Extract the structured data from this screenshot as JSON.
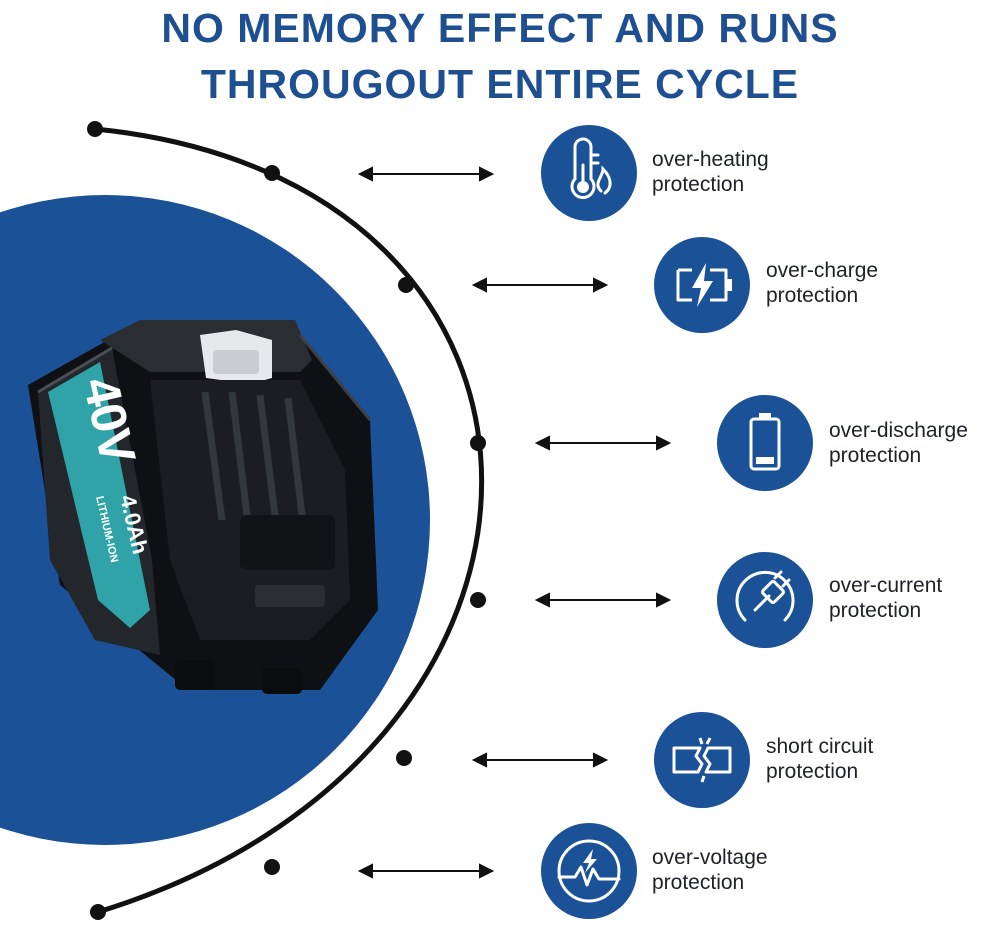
{
  "headline": {
    "line1": "NO MEMORY EFFECT AND RUNS",
    "line2": "THROUGOUT ENTIRE CYCLE"
  },
  "colors": {
    "brand_blue": "#1d4f91",
    "disc_blue": "#1a5197",
    "text_dark": "#1e2128",
    "arc_black": "#111111",
    "battery_body": "#1a1c20",
    "battery_label_teal": "#2fa3a8"
  },
  "battery": {
    "voltage": "40V",
    "capacity": "4.0Ah",
    "chemistry": "LITHIUM-ION"
  },
  "features": [
    {
      "line1": "over-heating",
      "line2": "protection",
      "icon": "thermometer-flame-icon"
    },
    {
      "line1": "over-charge",
      "line2": "protection",
      "icon": "battery-bolt-icon"
    },
    {
      "line1": "over-discharge",
      "line2": "protection",
      "icon": "battery-low-icon"
    },
    {
      "line1": "over-current",
      "line2": "protection",
      "icon": "plug-icon"
    },
    {
      "line1": "short circuit",
      "line2": "protection",
      "icon": "broken-wire-icon"
    },
    {
      "line1": "over-voltage",
      "line2": "protection",
      "icon": "voltage-spike-icon"
    }
  ]
}
